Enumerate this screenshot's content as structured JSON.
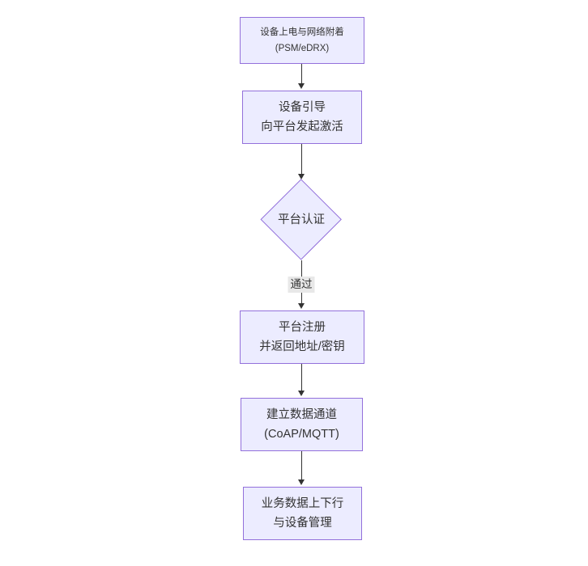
{
  "colors": {
    "node_fill": "#ECECFF",
    "node_border": "#9370DB",
    "edge_color": "#333333",
    "edge_label_bg": "#e8e8e8",
    "text_color": "#333333",
    "canvas_bg": "#ffffff"
  },
  "flowchart": {
    "type": "flowchart-top-down",
    "nodes": [
      {
        "id": "power-attach",
        "shape": "rect",
        "lines": [
          "设备上电与网络附着",
          "(PSM/eDRX)"
        ]
      },
      {
        "id": "bootstrap",
        "shape": "rect",
        "lines": [
          "设备引导",
          "向平台发起激活"
        ]
      },
      {
        "id": "platform-auth",
        "shape": "diamond",
        "lines": [
          "平台认证"
        ]
      },
      {
        "id": "register",
        "shape": "rect",
        "lines": [
          "平台注册",
          "并返回地址/密钥"
        ]
      },
      {
        "id": "data-channel",
        "shape": "rect",
        "lines": [
          "建立数据通道",
          "(CoAP/MQTT)"
        ]
      },
      {
        "id": "business-data",
        "shape": "rect",
        "lines": [
          "业务数据上下行",
          "与设备管理"
        ]
      }
    ],
    "edges": [
      {
        "from": "power-attach",
        "to": "bootstrap",
        "label": ""
      },
      {
        "from": "bootstrap",
        "to": "platform-auth",
        "label": ""
      },
      {
        "from": "platform-auth",
        "to": "register",
        "label": "通过"
      },
      {
        "from": "register",
        "to": "data-channel",
        "label": ""
      },
      {
        "from": "data-channel",
        "to": "business-data",
        "label": ""
      }
    ]
  }
}
